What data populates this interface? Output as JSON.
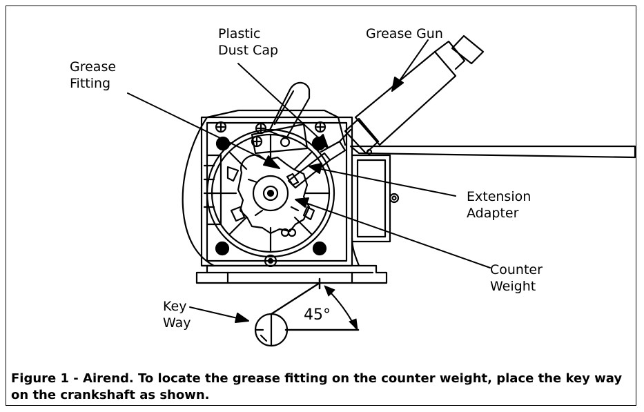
{
  "labels": {
    "grease_fitting": "Grease\nFitting",
    "plastic_dust_cap": "Plastic\nDust Cap",
    "grease_gun": "Grease Gun",
    "extension_adapter": "Extension\nAdapter",
    "counter_weight": "Counter\nWeight",
    "key_way": "Key\nWay",
    "angle": "45°"
  },
  "caption": "Figure 1 - Airend.  To locate the grease fitting on the counter weight, place the key way on the crankshaft as shown."
}
